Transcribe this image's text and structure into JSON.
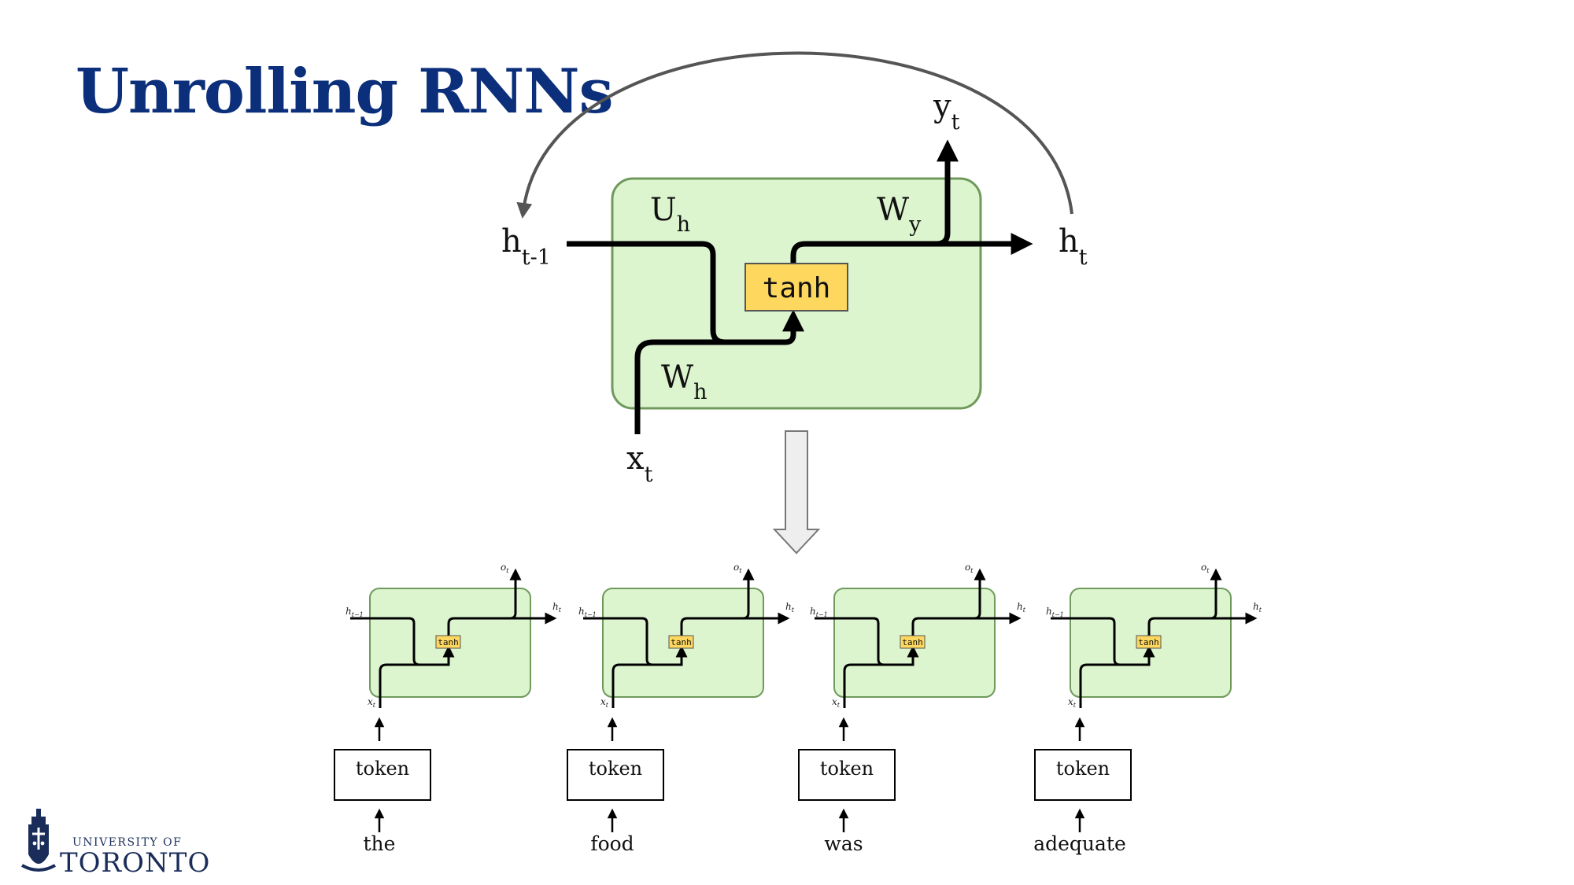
{
  "title": "Unrolling RNNs",
  "cell": {
    "h_prev": {
      "base": "h",
      "sub": "t-1"
    },
    "h_next": {
      "base": "h",
      "sub": "t"
    },
    "y_out": {
      "base": "y",
      "sub": "t"
    },
    "x_in": {
      "base": "x",
      "sub": "t"
    },
    "U": {
      "base": "U",
      "sub": "h"
    },
    "W_y": {
      "base": "W",
      "sub": "y"
    },
    "W_h": {
      "base": "W",
      "sub": "h"
    },
    "activation": "tanh"
  },
  "unrolled": {
    "activation": "tanh",
    "h_prev": {
      "base": "h",
      "sub": "t−1"
    },
    "h_next": {
      "base": "h",
      "sub": "t"
    },
    "o_out": {
      "base": "o",
      "sub": "t"
    },
    "x_in": {
      "base": "x",
      "sub": "t"
    },
    "steps": [
      {
        "token": "token",
        "word": "the"
      },
      {
        "token": "token",
        "word": "food"
      },
      {
        "token": "token",
        "word": "was"
      },
      {
        "token": "token",
        "word": "adequate"
      }
    ]
  },
  "logo": {
    "line1": "UNIVERSITY OF",
    "line2": "TORONTO"
  },
  "colors": {
    "title": "#0b2f7a",
    "cell_fill": "#dcf5cf",
    "cell_border": "#6f9a5c",
    "tanh_fill": "#fdd75e"
  }
}
